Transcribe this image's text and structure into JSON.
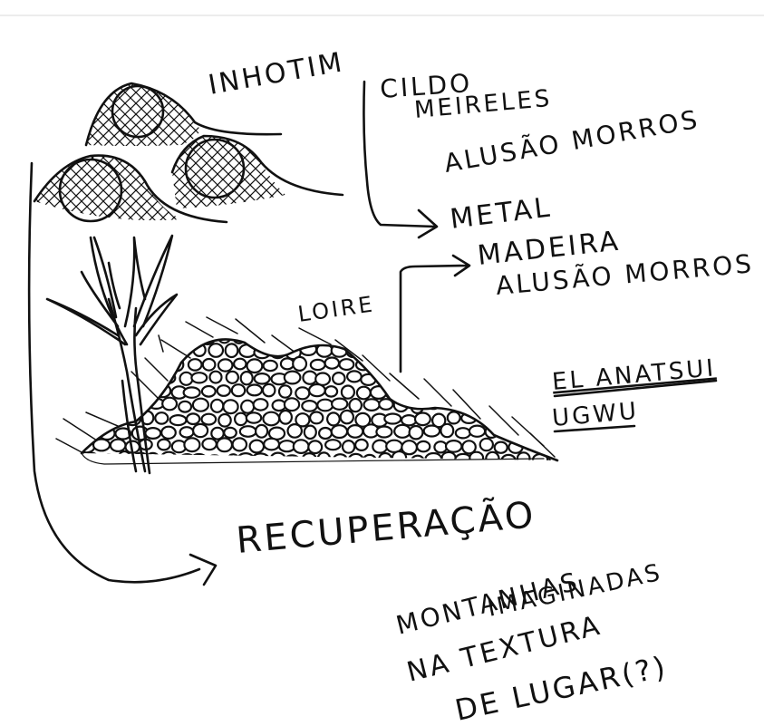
{
  "notes": {
    "inhotim": "INHOTIM",
    "cildo": "CILDO",
    "meireles": "MEIRELES",
    "alusao_morros_1": "ALUSÃO MORROS",
    "metal": "METAL",
    "madeira": "MADEIRA",
    "alusao_morros_2": "ALUSÃO MORROS",
    "loire": "LOIRE",
    "el_anatsui": "EL ANATSUI",
    "ugwu": "UGWU",
    "recuperacao": "RECUPERAÇÃO",
    "montanhas": "MONTANHAS",
    "imaginadas": "IMAGINADAS",
    "na_textura": "NA TEXTURA",
    "de_lugar": "DE LUGAR(?)"
  },
  "colors": {
    "ink": "#111111",
    "paper": "#ffffff",
    "rule": "#e6e6e6"
  }
}
